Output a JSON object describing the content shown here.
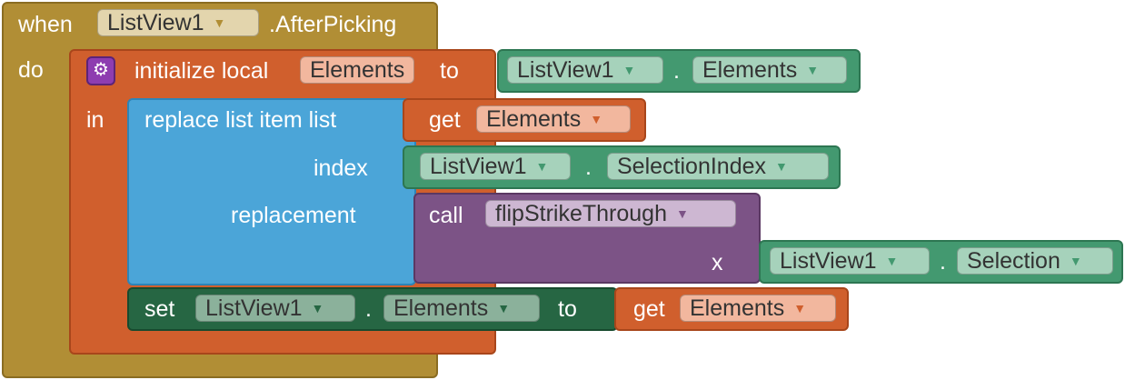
{
  "event": {
    "when_label": "when",
    "component": "ListView1",
    "event_name": ".AfterPicking",
    "do_label": "do"
  },
  "init_local": {
    "label": "initialize local",
    "var_name": "Elements",
    "to_label": "to",
    "in_label": "in",
    "value": {
      "component": "ListView1",
      "dot": ".",
      "property": "Elements"
    }
  },
  "replace": {
    "label": "replace list item  list",
    "list_get": {
      "label": "get",
      "var": "Elements"
    },
    "index_label": "index",
    "index_value": {
      "component": "ListView1",
      "dot": ".",
      "property": "SelectionIndex"
    },
    "replacement_label": "replacement",
    "call": {
      "label": "call",
      "procedure": "flipStrikeThrough",
      "arg_label": "x",
      "arg_value": {
        "component": "ListView1",
        "dot": ".",
        "property": "Selection"
      }
    }
  },
  "set_block": {
    "label": "set",
    "component": "ListView1",
    "dot": ".",
    "property": "Elements",
    "to_label": "to",
    "get": {
      "label": "get",
      "var": "Elements"
    }
  },
  "colors": {
    "event": "#b18e35",
    "variable": "#d05f2d",
    "list": "#4ba5d8",
    "component_getter": "#439970",
    "component_setter": "#266643",
    "procedure": "#7c5386"
  },
  "icons": [
    "gear-icon",
    "dropdown-arrow-icon"
  ]
}
